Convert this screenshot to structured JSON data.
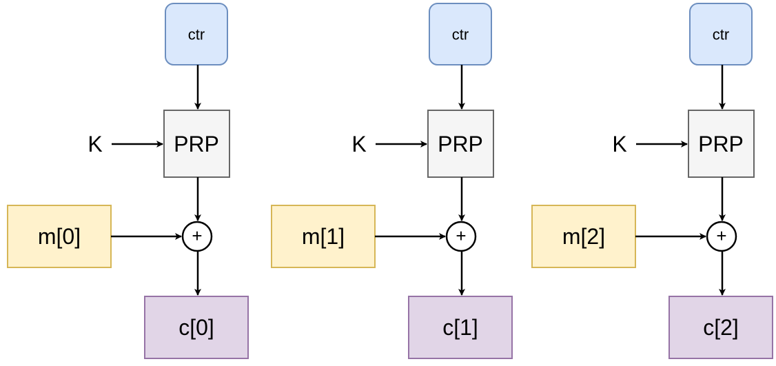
{
  "labels": {
    "ctr": "ctr",
    "prp": "PRP",
    "key": "K",
    "xor": "+"
  },
  "columns": [
    {
      "message": "m[0]",
      "ciphertext": "c[0]"
    },
    {
      "message": "m[1]",
      "ciphertext": "c[1]"
    },
    {
      "message": "m[2]",
      "ciphertext": "c[2]"
    }
  ],
  "colors": {
    "ctr_fill": "#dae8fc",
    "ctr_stroke": "#6c8ebf",
    "prp_fill": "#f5f5f5",
    "prp_stroke": "#666666",
    "msg_fill": "#fff2cc",
    "msg_stroke": "#d6b656",
    "ct_fill": "#e1d5e7",
    "ct_stroke": "#9673a6",
    "line": "#000000"
  }
}
